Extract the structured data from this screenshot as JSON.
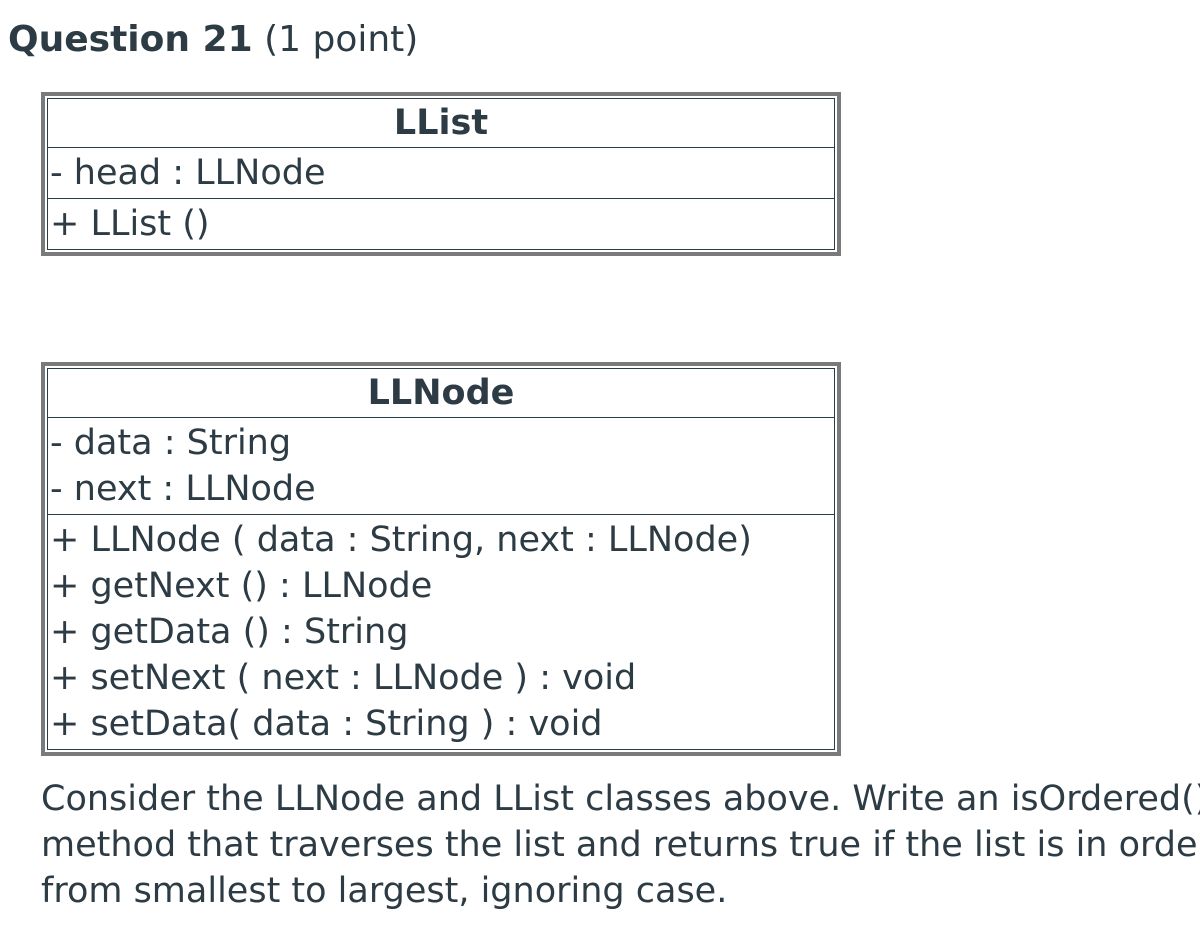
{
  "question": {
    "title": "Question 21",
    "points": "(1 point)"
  },
  "llist": {
    "name": "LList",
    "attributes": [
      "- head : LLNode"
    ],
    "methods": [
      "+ LList ()"
    ]
  },
  "llnode": {
    "name": "LLNode",
    "attributes": [
      "- data : String",
      "- next : LLNode"
    ],
    "methods": [
      "+ LLNode ( data : String, next : LLNode)",
      "+ getNext () : LLNode",
      "+ getData () : String",
      "+ setNext ( next : LLNode ) : void",
      "+ setData( data : String ) : void"
    ]
  },
  "body": {
    "lines": [
      "Consider the LLNode and LList classes above.  Write an isOrdered()",
      "method that traverses the list and returns true if the list is in order",
      "from smallest to largest, ignoring case."
    ]
  }
}
